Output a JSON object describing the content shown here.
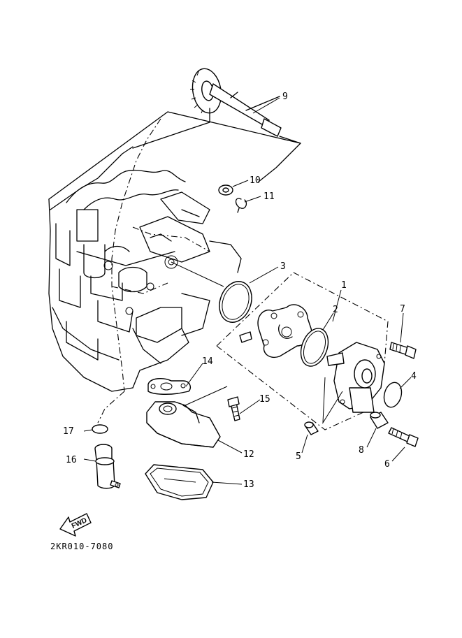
{
  "diagram": {
    "drawing_code": "2KR010-7080",
    "forward_arrow_label": "FWD",
    "callouts": [
      "1",
      "2",
      "3",
      "4",
      "5",
      "6",
      "7",
      "8",
      "9",
      "10",
      "11",
      "12",
      "13",
      "14",
      "15",
      "16",
      "17"
    ]
  }
}
